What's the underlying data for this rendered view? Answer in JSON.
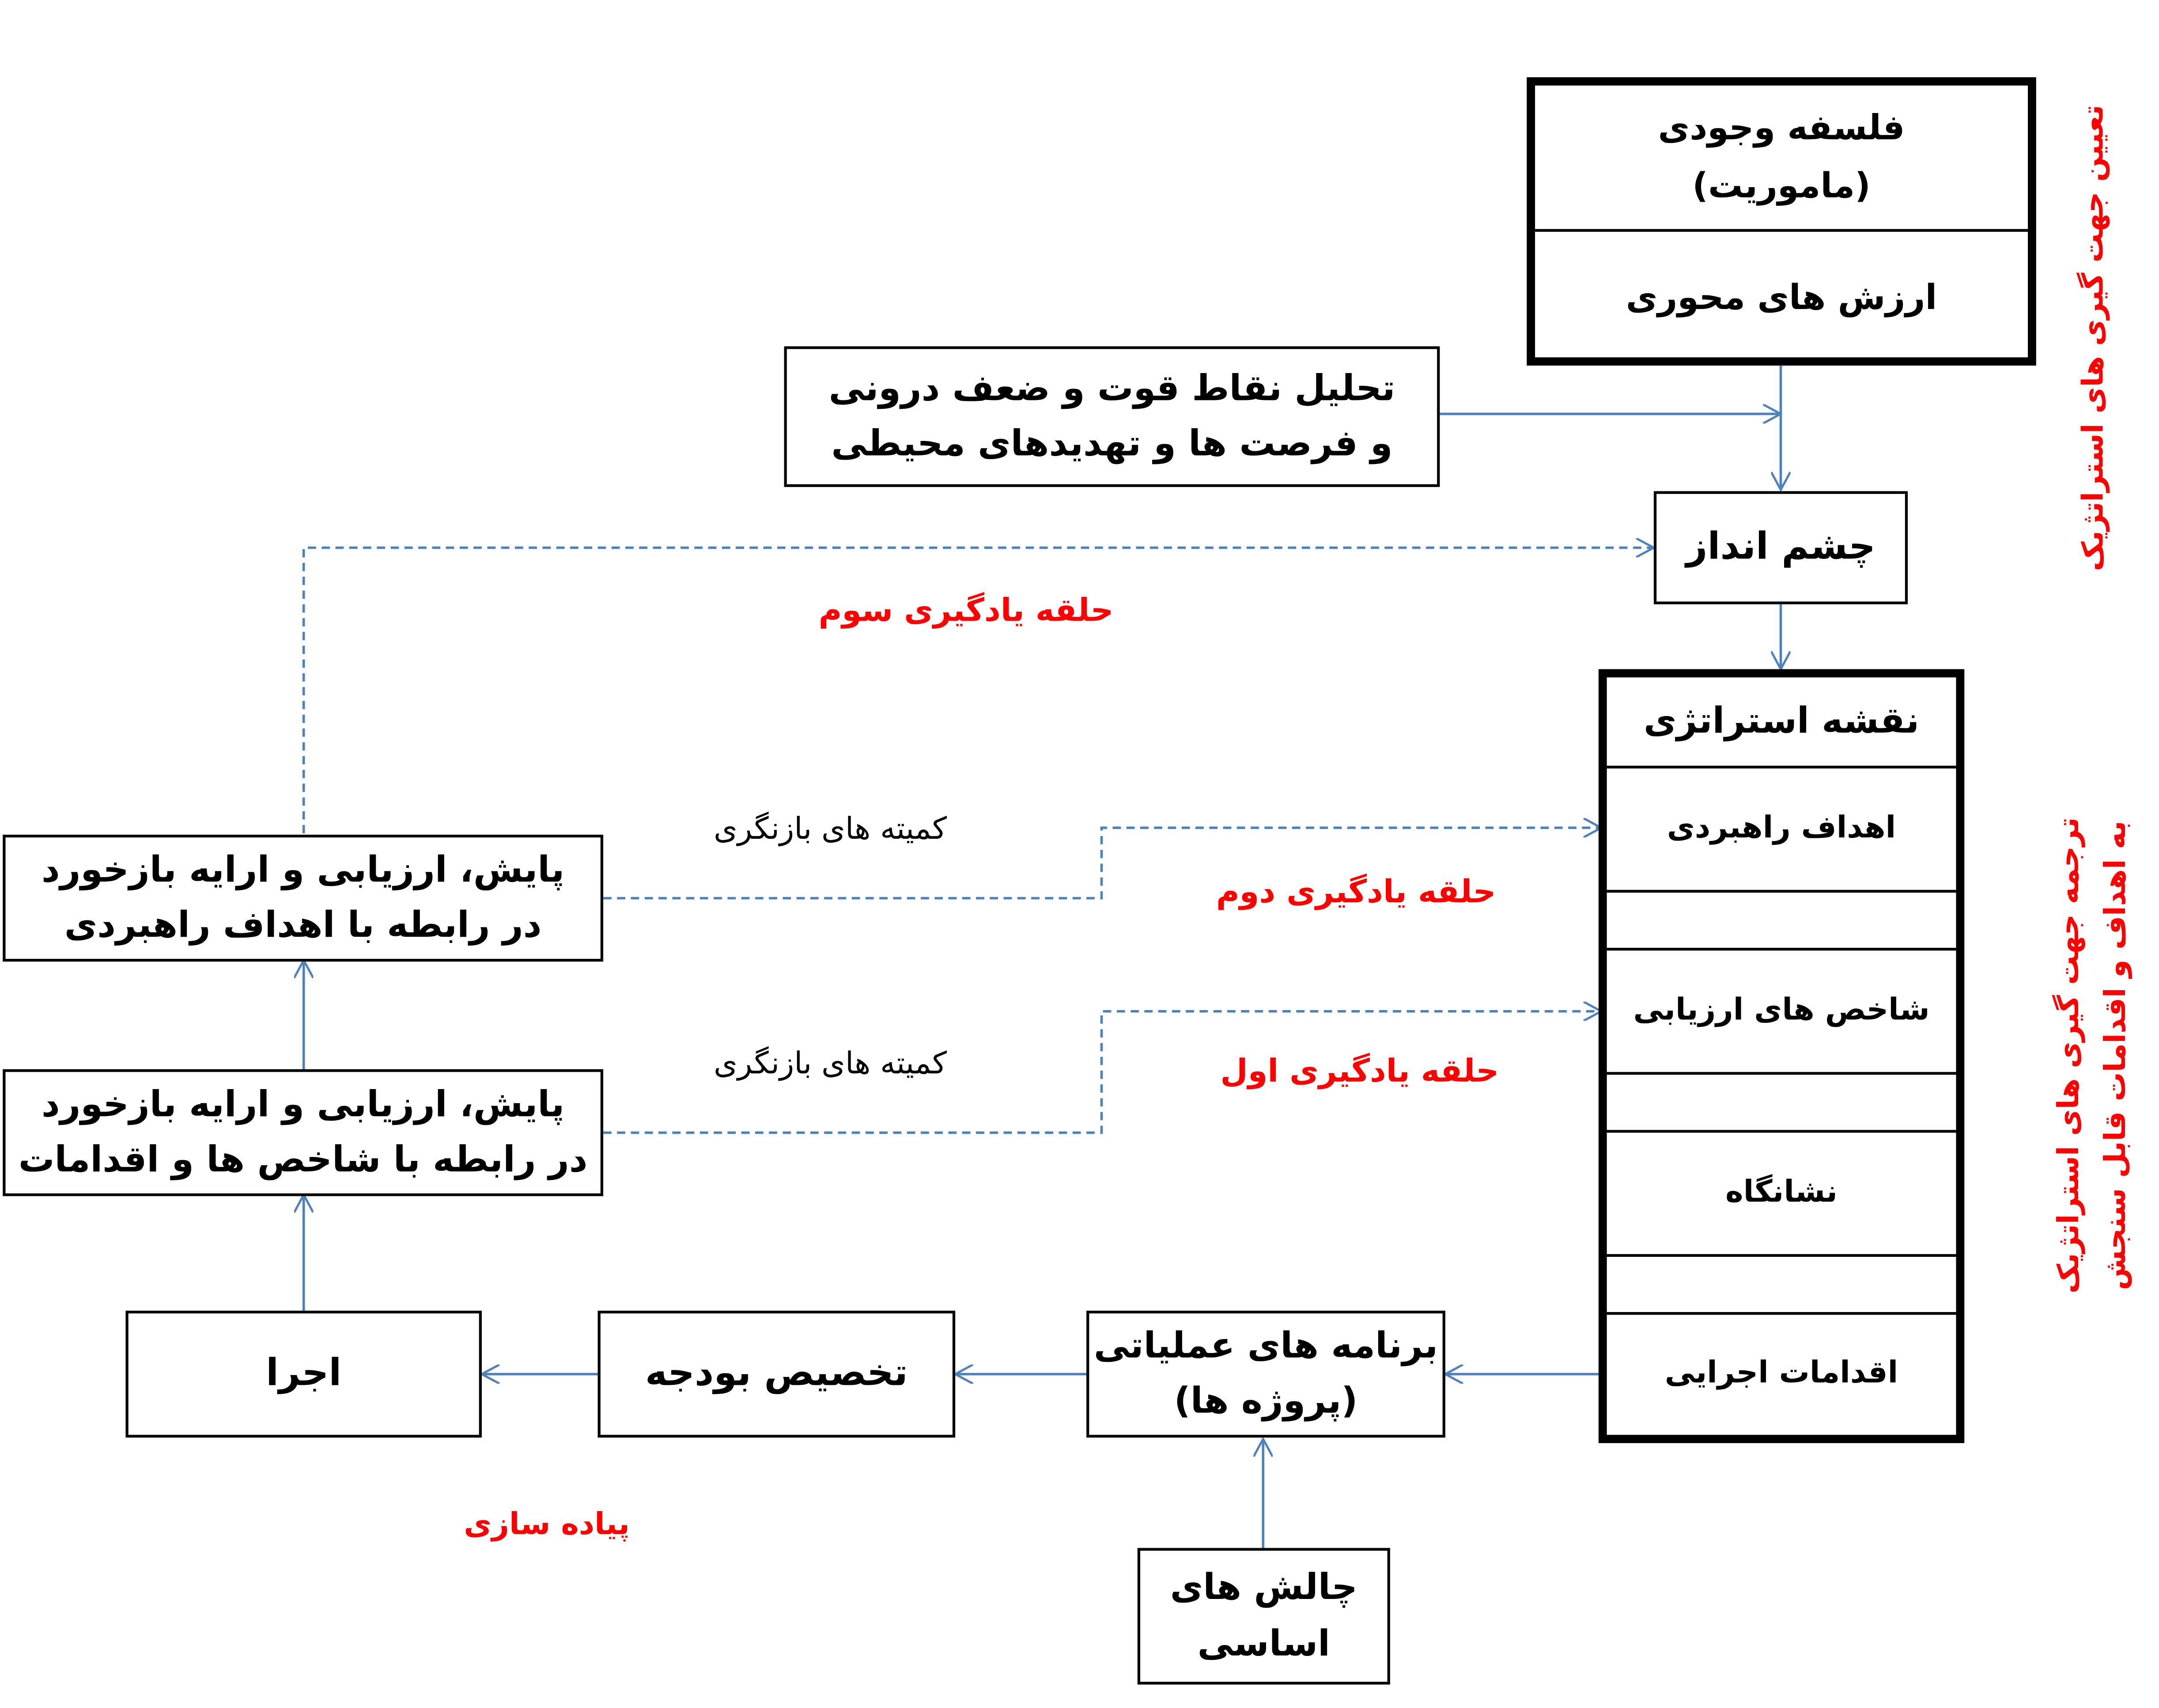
{
  "colors": {
    "arrow": "#4f81bd",
    "red_text": "#ff0000",
    "border": "#000000"
  },
  "mission_box": {
    "line1": "فلسفه وجودی",
    "line2": "(ماموریت)",
    "values": "ارزش های محوری"
  },
  "swot_box": {
    "line1": "تحلیل نقاط قوت و ضعف درونی",
    "line2": "و فرصت ها و تهدیدهای محیطی"
  },
  "vision_box": {
    "label": "چشم انداز"
  },
  "strategy_map": {
    "title": "نقشه استراتژی",
    "items": [
      "اهداف راهبردی",
      "شاخص های ارزیابی",
      "نشانگاه",
      "اقدامات اجرایی"
    ]
  },
  "monitor_goals_box": {
    "line1": "پایش، ارزیابی و ارایه بازخورد",
    "line2": "در رابطه با اهداف راهبردی"
  },
  "monitor_indicators_box": {
    "line1": "پایش، ارزیابی و ارایه بازخورد",
    "line2": "در رابطه با شاخص ها و اقدامات"
  },
  "execution_box": {
    "label": "اجرا"
  },
  "budget_box": {
    "label": "تخصیص بودجه"
  },
  "operational_box": {
    "line1": "برنامه های عملیاتی",
    "line2": "(پروژه ها)"
  },
  "challenges_box": {
    "line1": "چالش های",
    "line2": "اساسی"
  },
  "labels": {
    "loop_third": "حلقه یادگیری سوم",
    "loop_second": "حلقه یادگیری دوم",
    "loop_first": "حلقه یادگیری اول",
    "committee_top": "کمیته های بازنگری",
    "committee_bottom": "کمیته های بازنگری",
    "implementation": "پیاده سازی"
  },
  "side_labels": {
    "top": "تعیین جهت گیری های استراتژیک",
    "bottom_line1": "ترجمه جهت گیری های استراتژیک",
    "bottom_line2": "به اهداف و اقدامات قابل سنجش"
  }
}
